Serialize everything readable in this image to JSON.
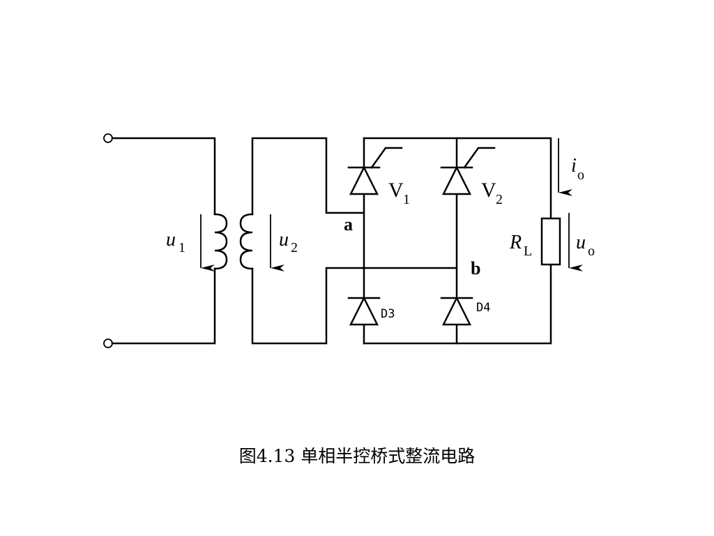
{
  "labels": {
    "u1": "u",
    "u1_sub": "1",
    "u2": "u",
    "u2_sub": "2",
    "node_a": "a",
    "node_b": "b",
    "v1": "V",
    "v1_sub": "1",
    "v2": "V",
    "v2_sub": "2",
    "d3": "D3",
    "d4": "D4",
    "io": "i",
    "io_sub": "o",
    "rl": "R",
    "rl_sub": "L",
    "uo": "u",
    "uo_sub": "o"
  },
  "caption": "图4.13 单相半控桥式整流电路"
}
